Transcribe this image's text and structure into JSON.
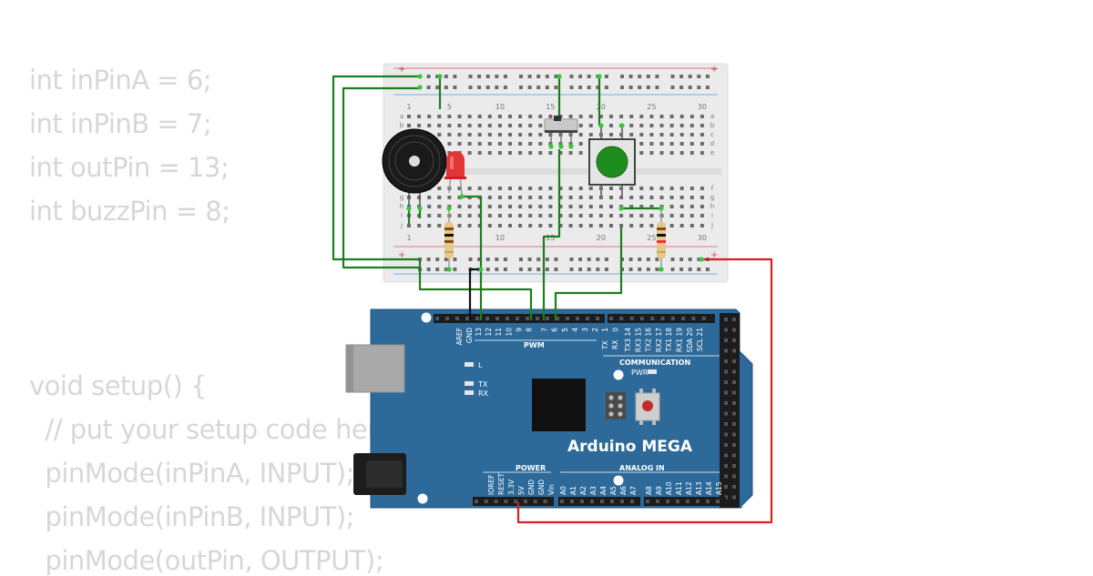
{
  "code": {
    "lines": [
      "int inPinA = 6;",
      "int inPinB = 7;",
      "int outPin = 13;",
      "int buzzPin = 8;",
      "",
      "",
      "",
      "void setup() {",
      "  // put your setup code here",
      "  pinMode(inPinA, INPUT);",
      "  pinMode(inPinB, INPUT);",
      "  pinMode(outPin, OUTPUT);"
    ]
  },
  "breadboard": {
    "col_numbers": [
      "1",
      "5",
      "10",
      "15",
      "20",
      "25",
      "30"
    ],
    "rows_top": [
      "a",
      "b",
      "c",
      "d",
      "e"
    ],
    "rows_bottom": [
      "f",
      "g",
      "h",
      "i",
      "j"
    ],
    "rail_plus": "+",
    "rail_minus": "-"
  },
  "arduino": {
    "name": "Arduino MEGA",
    "pwm_label": "PWM",
    "communication_label": "COMMUNICATION",
    "power_label": "POWER",
    "analog_label": "ANALOG IN",
    "pwr_led_label": "PWR",
    "led_l": "L",
    "led_tx": "TX",
    "led_rx": "RX",
    "top_left_pins": [
      "AREF",
      "GND"
    ],
    "top_pwm_pins": [
      "13",
      "12",
      "11",
      "10",
      "9",
      "8",
      "7",
      "6",
      "5",
      "4",
      "3",
      "2",
      "1",
      "0"
    ],
    "top_tx_rx": [
      "TX",
      "RX"
    ],
    "top_comm_pins": [
      "TX3 14",
      "RX3 15",
      "TX2 16",
      "RX2 17",
      "TX1 18",
      "RX1 19",
      "SDA 20",
      "SCL 21"
    ],
    "power_pins": [
      "IOREF",
      "RESET",
      "3.3V",
      "5V",
      "GND",
      "GND",
      "Vin"
    ],
    "analog_pins": [
      "A0",
      "A1",
      "A2",
      "A3",
      "A4",
      "A5",
      "A6",
      "A7",
      "A8",
      "A9",
      "A10",
      "A11",
      "A12",
      "A13",
      "A14",
      "A15"
    ]
  },
  "colors": {
    "code_text": "#d7d7d7",
    "board_blue": "#2d6a9a",
    "breadboard": "#ebebeb",
    "wire_green": "#1e7d1e",
    "wire_red": "#d42222",
    "wire_black": "#111111",
    "button_green": "#1f8c1f",
    "led_red": "#e23535"
  }
}
